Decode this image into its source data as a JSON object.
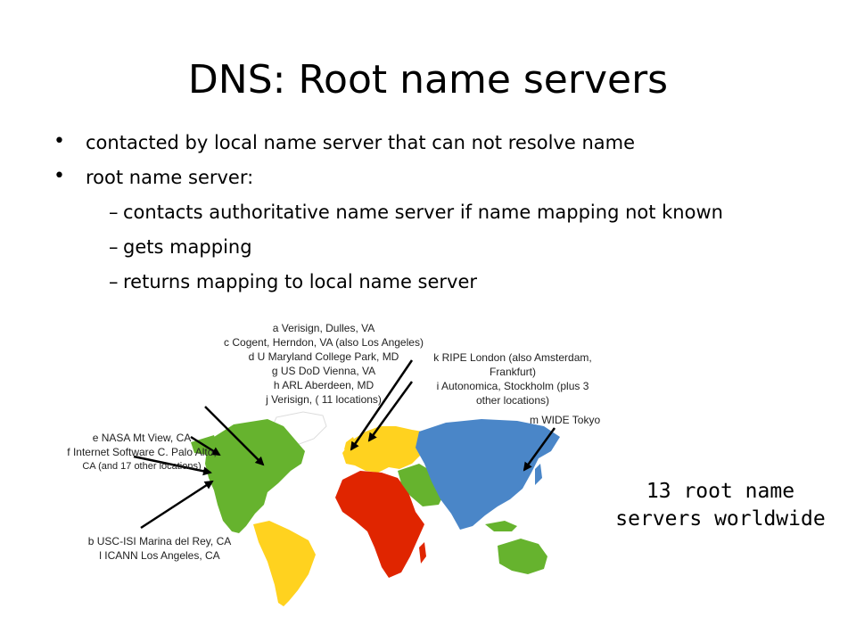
{
  "slide": {
    "title": "DNS: Root name servers",
    "bullets": [
      "contacted by local name server that can not resolve name",
      "root name server:"
    ],
    "subbullets": [
      "contacts authoritative name server if name mapping not known",
      "gets mapping",
      "returns mapping to local name server"
    ],
    "labels": {
      "us_east": [
        "a Verisign, Dulles, VA",
        "c Cogent, Herndon, VA (also Los Angeles)",
        "d U Maryland College Park, MD",
        "g US DoD Vienna, VA",
        "h ARL Aberdeen, MD",
        "j  Verisign, ( 11 locations)"
      ],
      "europe": [
        "k RIPE London (also Amsterdam,",
        "Frankfurt)",
        "i Autonomica, Stockholm (plus 3",
        "other locations)"
      ],
      "tokyo": "m WIDE Tokyo",
      "west": [
        "e NASA Mt View, CA",
        "f  Internet Software C. Palo Alto,",
        "CA (and 17 other locations)"
      ],
      "la": [
        "b USC-ISI Marina del Rey, CA",
        "l  ICANN Los Angeles, CA"
      ]
    },
    "count_text": [
      "13 root name",
      "servers worldwide"
    ]
  },
  "colors": {
    "north_america": "#66b32e",
    "south_america": "#ffd21f",
    "europe": "#ffd21f",
    "africa": "#e02500",
    "middle_east": "#66b32e",
    "asia": "#4a86c8",
    "australia": "#66b32e",
    "greenland": "#ffffff"
  }
}
